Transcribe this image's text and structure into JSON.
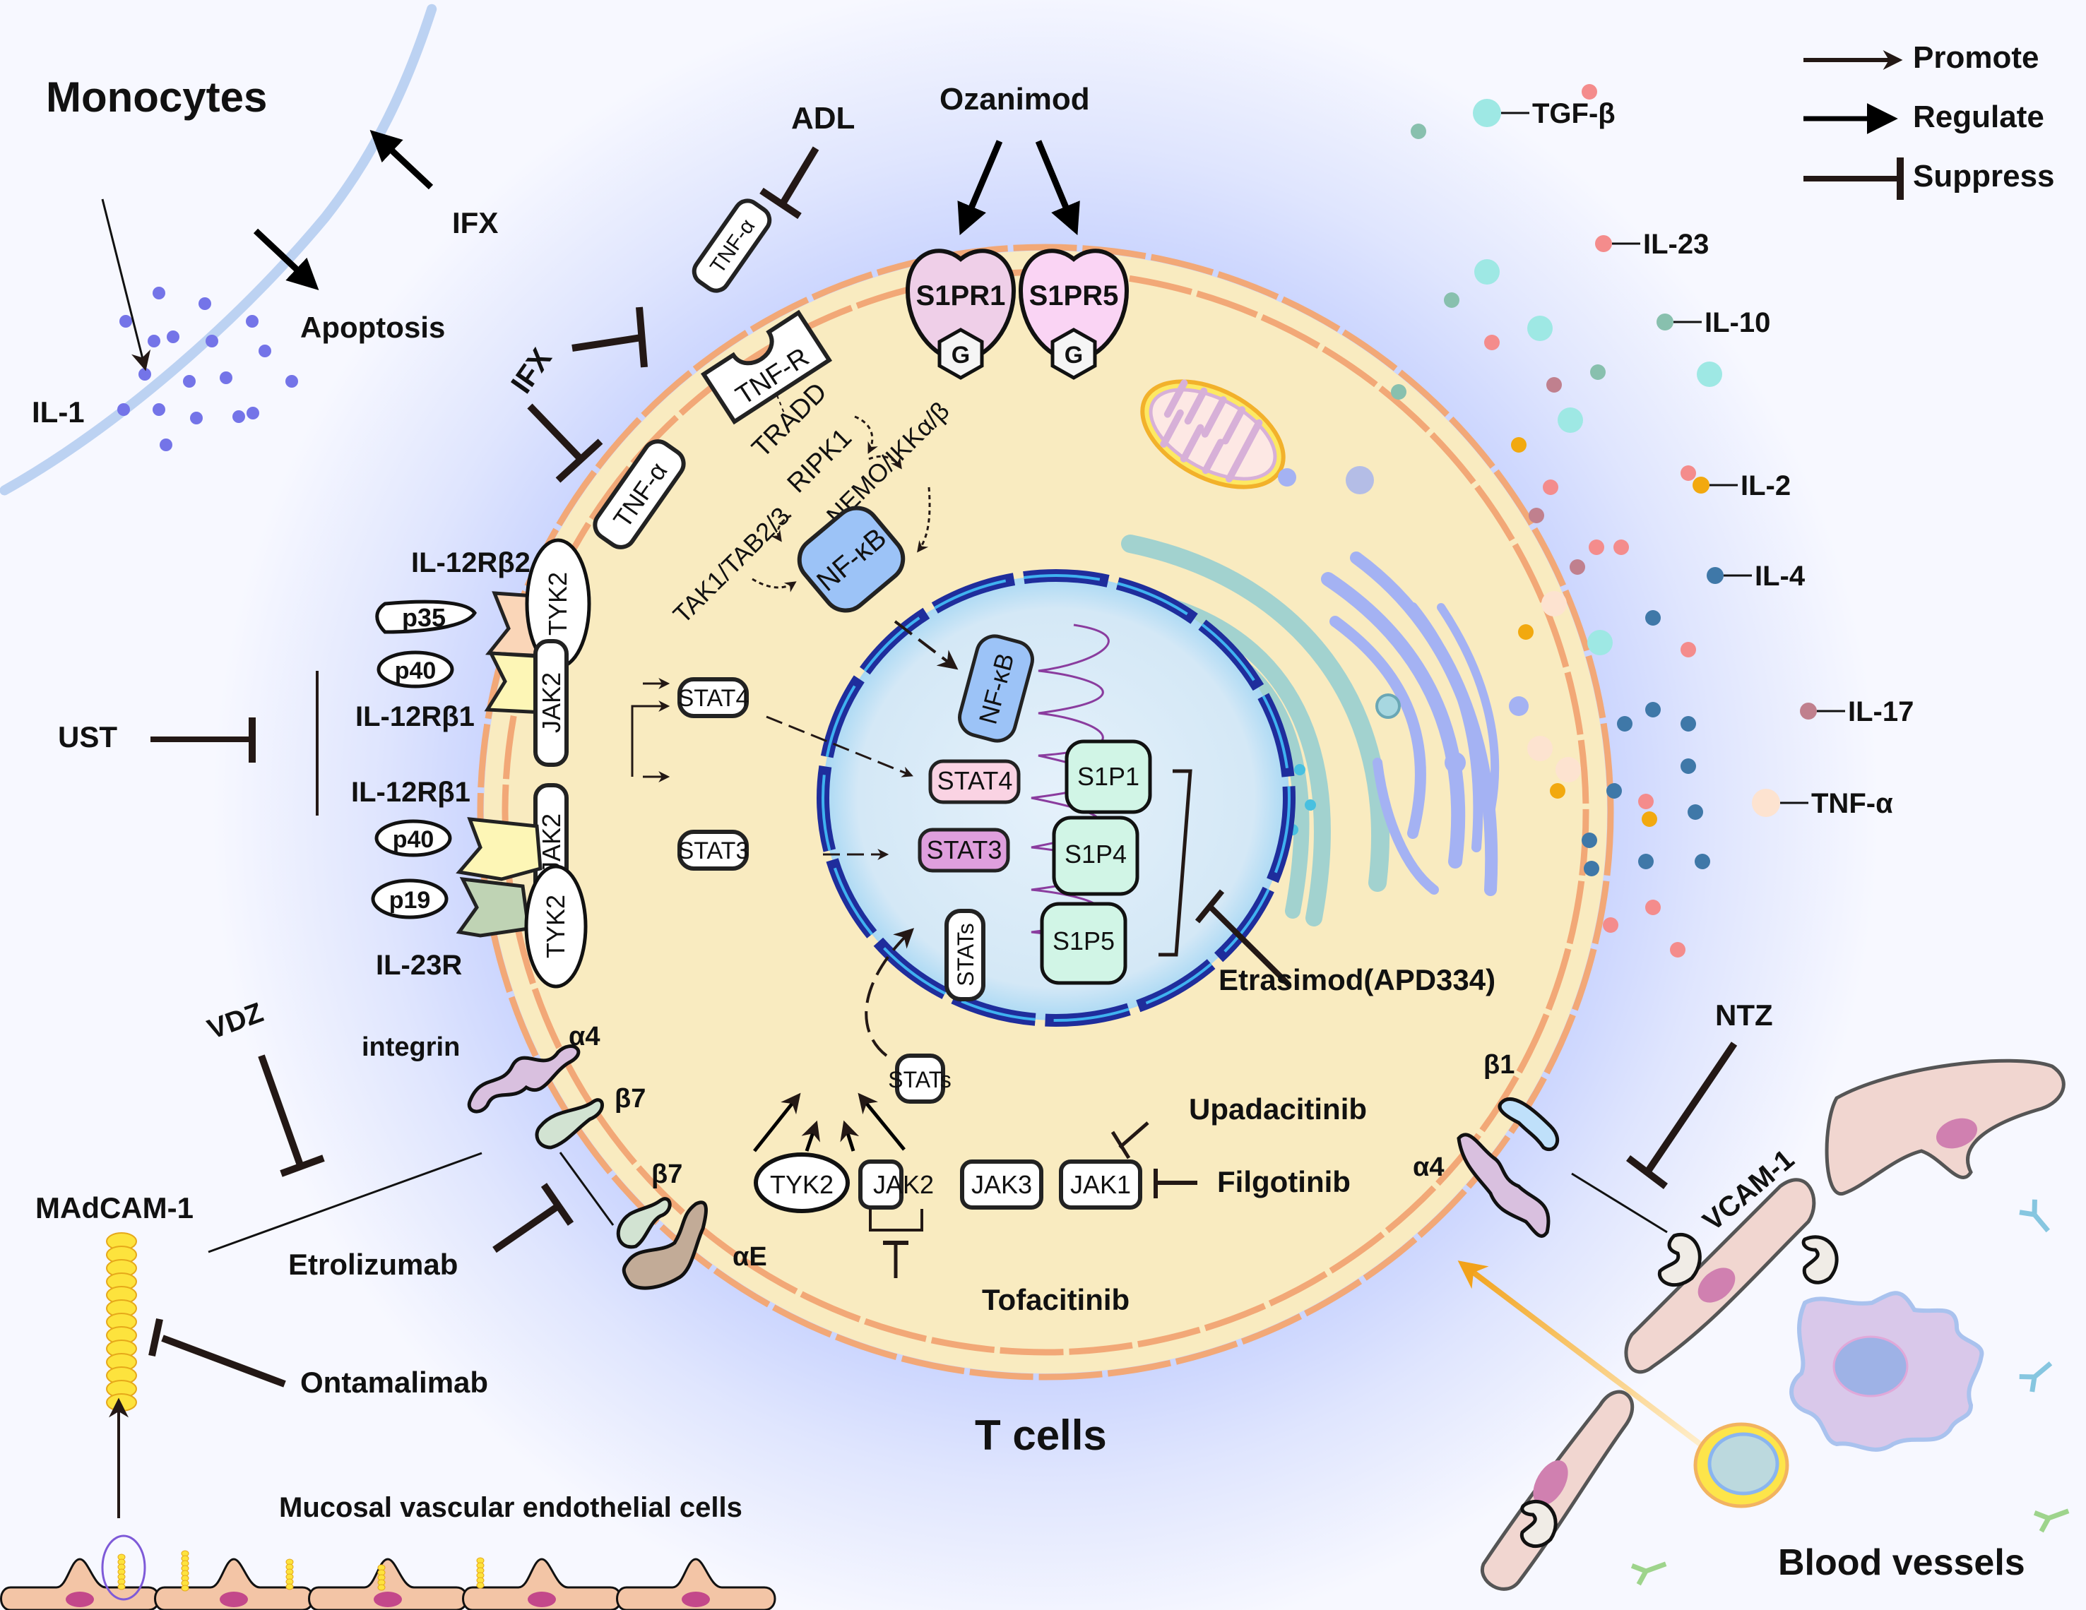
{
  "legend": {
    "items": [
      {
        "type": "promote",
        "label": "Promote"
      },
      {
        "type": "regulate",
        "label": "Regulate"
      },
      {
        "type": "suppress",
        "label": "Suppress"
      }
    ]
  },
  "regions": {
    "monocytes": "Monocytes",
    "t_cells": "T cells",
    "blood_vessels": "Blood vessels",
    "mucosal": "Mucosal vascular endothelial cells"
  },
  "monocyte_panel": {
    "apoptosis": "Apoptosis",
    "il1": "IL-1",
    "ifx_top": "IFX",
    "ifx_mid": "IFX"
  },
  "drugs": {
    "adl": "ADL",
    "ozanimod": "Ozanimod",
    "ust": "UST",
    "vdz": "VDZ",
    "etrolizumab": "Etrolizumab",
    "ontamalimab": "Ontamalimab",
    "ntz": "NTZ",
    "etrasimod": "Etrasimod(APD334)",
    "upadacitinib": "Upadacitinib",
    "filgotinib": "Filgotinib",
    "tofacitinib": "Tofacitinib"
  },
  "tnf_pathway": {
    "tnf_alpha_top": "TNF-α",
    "tnf_alpha_membrane": "TNF-α",
    "tnf_r": "TNF-R",
    "tradd": "TRADD",
    "ripk1": "RIPK1",
    "nemo": "NEMO/IKKα/β",
    "tak1": "TAK1/TAB2/3",
    "nfkb": "NF-κB"
  },
  "s1p_receptors": [
    {
      "label": "S1PR1",
      "g": "G",
      "color": "#efcfe8"
    },
    {
      "label": "S1PR5",
      "g": "G",
      "color": "#fad4f4"
    }
  ],
  "il_receptors": {
    "il12rb2": "IL-12Rβ2",
    "il12rb1_a": "IL-12Rβ1",
    "il12rb1_b": "IL-12Rβ1",
    "il23r": "IL-23R",
    "p35": "p35",
    "p40_a": "p40",
    "p40_b": "p40",
    "p19": "p19",
    "tyk2_a": "TYK2",
    "jak2_a": "JAK2",
    "jak2_b": "JAK2",
    "tyk2_b": "TYK2",
    "stat4": "STAT4",
    "stat3": "STAT3"
  },
  "nucleus": {
    "nfkb": "NF-κB",
    "stat4": "STAT4",
    "stat3": "STAT3",
    "stats": "STATs",
    "s1p1": "S1P1",
    "s1p4": "S1P4",
    "s1p5": "S1P5"
  },
  "jak_panel": {
    "stats": "STATs",
    "kinases": [
      "TYK2",
      "JAK2",
      "JAK3",
      "JAK1"
    ]
  },
  "integrins": {
    "integrin": "integrin",
    "a4_left": "α4",
    "b7_a": "β7",
    "b7_b": "β7",
    "aE": "αE",
    "madcam": "MAdCAM-1",
    "b1": "β1",
    "a4_right": "α4",
    "vcam": "VCAM-1"
  },
  "cytokines": [
    {
      "label": "TGF-β",
      "color": "#9ee8e4"
    },
    {
      "label": "IL-23",
      "color": "#f48c8c"
    },
    {
      "label": "IL-10",
      "color": "#88c0ae"
    },
    {
      "label": "IL-2",
      "color": "#f2a90f"
    },
    {
      "label": "IL-4",
      "color": "#3f78a8"
    },
    {
      "label": "IL-17",
      "color": "#c0808e"
    },
    {
      "label": "TNF-α",
      "color": "#fde3d0"
    }
  ],
  "colors": {
    "cytoplasm": "#f9ebc0",
    "membrane": "#f2a877",
    "nucleus_fill": "#dcecf7",
    "nucleus_border": "#1f2d9c",
    "background_blue": "#b3c2ff",
    "il1_dot": "#7474e8"
  }
}
